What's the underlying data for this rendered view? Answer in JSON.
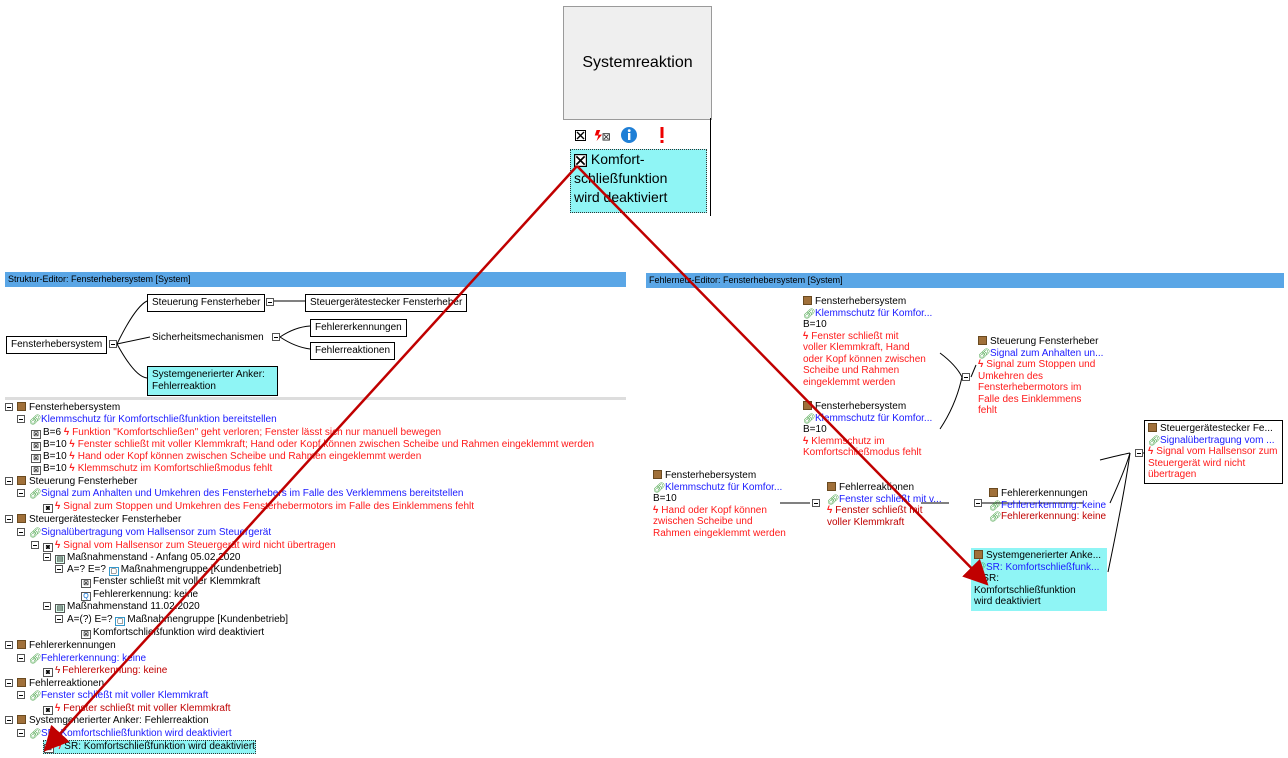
{
  "callout": {
    "title": "Systemreaktion",
    "box_text_1": "Komfort-",
    "box_text_2": "schließfunktion",
    "box_text_3": "wird deaktiviert"
  },
  "struct_editor": {
    "title": "Struktur-Editor: Fensterhebersystem [System]",
    "root": "Fensterhebersystem",
    "n1": "Steuerung Fensterheber",
    "n1a": "Steuergerätestecker Fensterheber",
    "n2": "Sicherheitsmechanismen",
    "n2a": "Fehlererkennungen",
    "n2b": "Fehlerreaktionen",
    "n3a": "Systemgenerierter Anker:",
    "n3b": "Fehlerreaktion"
  },
  "tree": [
    {
      "text": "Fensterhebersystem",
      "cls": "",
      "icon": "sq"
    },
    {
      "text": "Klemmschutz für Komfortschließfunktion bereitstellen",
      "cls": "blue",
      "icon": "link"
    },
    {
      "text": "B=6 ",
      "extra": "Funktion \"Komfortschließen\" geht verloren; Fenster lässt sich nur manuell bewegen",
      "cls": "red",
      "icon": "box"
    },
    {
      "text": "B=10 ",
      "extra": "Fenster schließt mit voller Klemmkraft; Hand oder Kopf können zwischen Scheibe und Rahmen eingeklemmt werden",
      "cls": "red",
      "icon": "box"
    },
    {
      "text": "B=10 ",
      "extra": "Hand oder Kopf können zwischen Scheibe und Rahmen eingeklemmt werden",
      "cls": "red",
      "icon": "box"
    },
    {
      "text": "B=10 ",
      "extra": "Klemmschutz im Komfortschließmodus fehlt",
      "cls": "red",
      "icon": "box"
    },
    {
      "text": "Steuerung Fensterheber",
      "cls": "",
      "icon": "sq"
    },
    {
      "text": "Signal zum Anhalten und Umkehren des Fensterhebers im Falle des Verklemmens bereitstellen",
      "cls": "blue",
      "icon": "link"
    },
    {
      "text": "Signal zum Stoppen und Umkehren des Fensterhebermotors im Falle des Einklemmens fehlt",
      "cls": "red",
      "icon": "box"
    },
    {
      "text": "Steuergerätestecker Fensterheber",
      "cls": "",
      "icon": "sq"
    },
    {
      "text": "Signalübertragung vom Hallsensor zum Steuergerät",
      "cls": "blue",
      "icon": "link"
    },
    {
      "text": "Signal vom Hallsensor zum Steuergerät wird nicht übertragen",
      "cls": "red",
      "icon": "box"
    },
    {
      "text": "Maßnahmenstand - Anfang 05.02.2020",
      "cls": "",
      "icon": "doc"
    },
    {
      "text": "A=? E=? ",
      "extra": "Maßnahmengruppe [Kundenbetrieb]",
      "cls": "",
      "icon": "none"
    },
    {
      "text": "Fenster schließt mit voller Klemmkraft",
      "cls": "",
      "icon": "box"
    },
    {
      "text": "Fehlererkennung: keine",
      "cls": "",
      "icon": "box"
    },
    {
      "text": "Maßnahmenstand 11.02.2020",
      "cls": "",
      "icon": "doc"
    },
    {
      "text": "A=(?) E=? ",
      "extra": "Maßnahmengruppe [Kundenbetrieb]",
      "cls": "",
      "icon": "none"
    },
    {
      "text": "Komfortschließfunktion wird deaktiviert",
      "cls": "",
      "icon": "box"
    },
    {
      "text": "Fehlererkennungen",
      "cls": "",
      "icon": "sq"
    },
    {
      "text": "Fehlererkennung: keine",
      "cls": "blue",
      "icon": "link"
    },
    {
      "text": "Fehlererkennung: keine",
      "cls": "dred",
      "icon": "box"
    },
    {
      "text": "Fehlerreaktionen",
      "cls": "",
      "icon": "sq"
    },
    {
      "text": "Fenster schließt mit voller Klemmkraft",
      "cls": "blue",
      "icon": "link"
    },
    {
      "text": "Fenster schließt mit voller Klemmkraft",
      "cls": "dred",
      "icon": "box"
    },
    {
      "text": "Systemgenerierter Anker: Fehlerreaktion",
      "cls": "",
      "icon": "sq"
    },
    {
      "text": "SR: Komfortschließfunktion wird deaktiviert",
      "cls": "blue",
      "icon": "link"
    },
    {
      "text": "SR: Komfortschließfunktion wird deaktiviert",
      "cls": "",
      "icon": "box"
    }
  ],
  "fnet": {
    "title": "Fehlernetz-Editor: Fensterhebersystem [System]",
    "a_title": "Fensterhebersystem",
    "a_fn": "Klemmschutz für Komfor...",
    "a_b": "B=10",
    "a_fe1": "Fenster schließt mit",
    "a_fe2": "voller Klemmkraft, Hand",
    "a_fe3": "oder Kopf können zwischen",
    "a_fe4": "Scheibe und Rahmen",
    "a_fe5": "eingeklemmt werden",
    "b_title": "Fensterhebersystem",
    "b_fn": "Klemmschutz für Komfor...",
    "b_b": "B=10",
    "b_fe1": "Klemmschutz im",
    "b_fe2": "Komfortschließmodus fehlt",
    "c_title": "Fensterhebersystem",
    "c_fn": "Klemmschutz für Komfor...",
    "c_b": "B=10",
    "c_fe1": "Hand oder Kopf können",
    "c_fe2": "zwischen Scheibe und",
    "c_fe3": "Rahmen eingeklemmt werden",
    "d_title": "Fehlerreaktionen",
    "d_fn": "Fenster schließt mit v...",
    "d_fe1": "Fenster schließt mit",
    "d_fe2": "voller Klemmkraft",
    "e_title": "Steuerung Fensterheber",
    "e_fn": "Signal zum Anhalten un...",
    "e_fe1": "Signal zum Stoppen und",
    "e_fe2": "Umkehren des",
    "e_fe3": "Fensterhebermotors im",
    "e_fe4": "Falle des Einklemmens",
    "e_fe5": "fehlt",
    "f_title": "Fehlererkennungen",
    "f_fn": "Fehlererkennung: keine",
    "f_fe": "Fehlererkennung: keine",
    "g_title": "Systemgenerierter Anke...",
    "g_fn": "SR: Komfortschließfunk...",
    "g_fe1": "SR:",
    "g_fe2": "Komfortschließfunktion",
    "g_fe3": "wird deaktiviert",
    "h_title": "Steuergerätestecker Fe...",
    "h_fn": "Signalübertragung vom ...",
    "h_fe1": "Signal vom Hallsensor zum",
    "h_fe2": "Steuergerät wird nicht",
    "h_fe3": "übertragen"
  },
  "colors": {
    "accent_bar": "#5aa6e6",
    "highlight": "#8ff5f5",
    "arrow": "#c00000"
  }
}
